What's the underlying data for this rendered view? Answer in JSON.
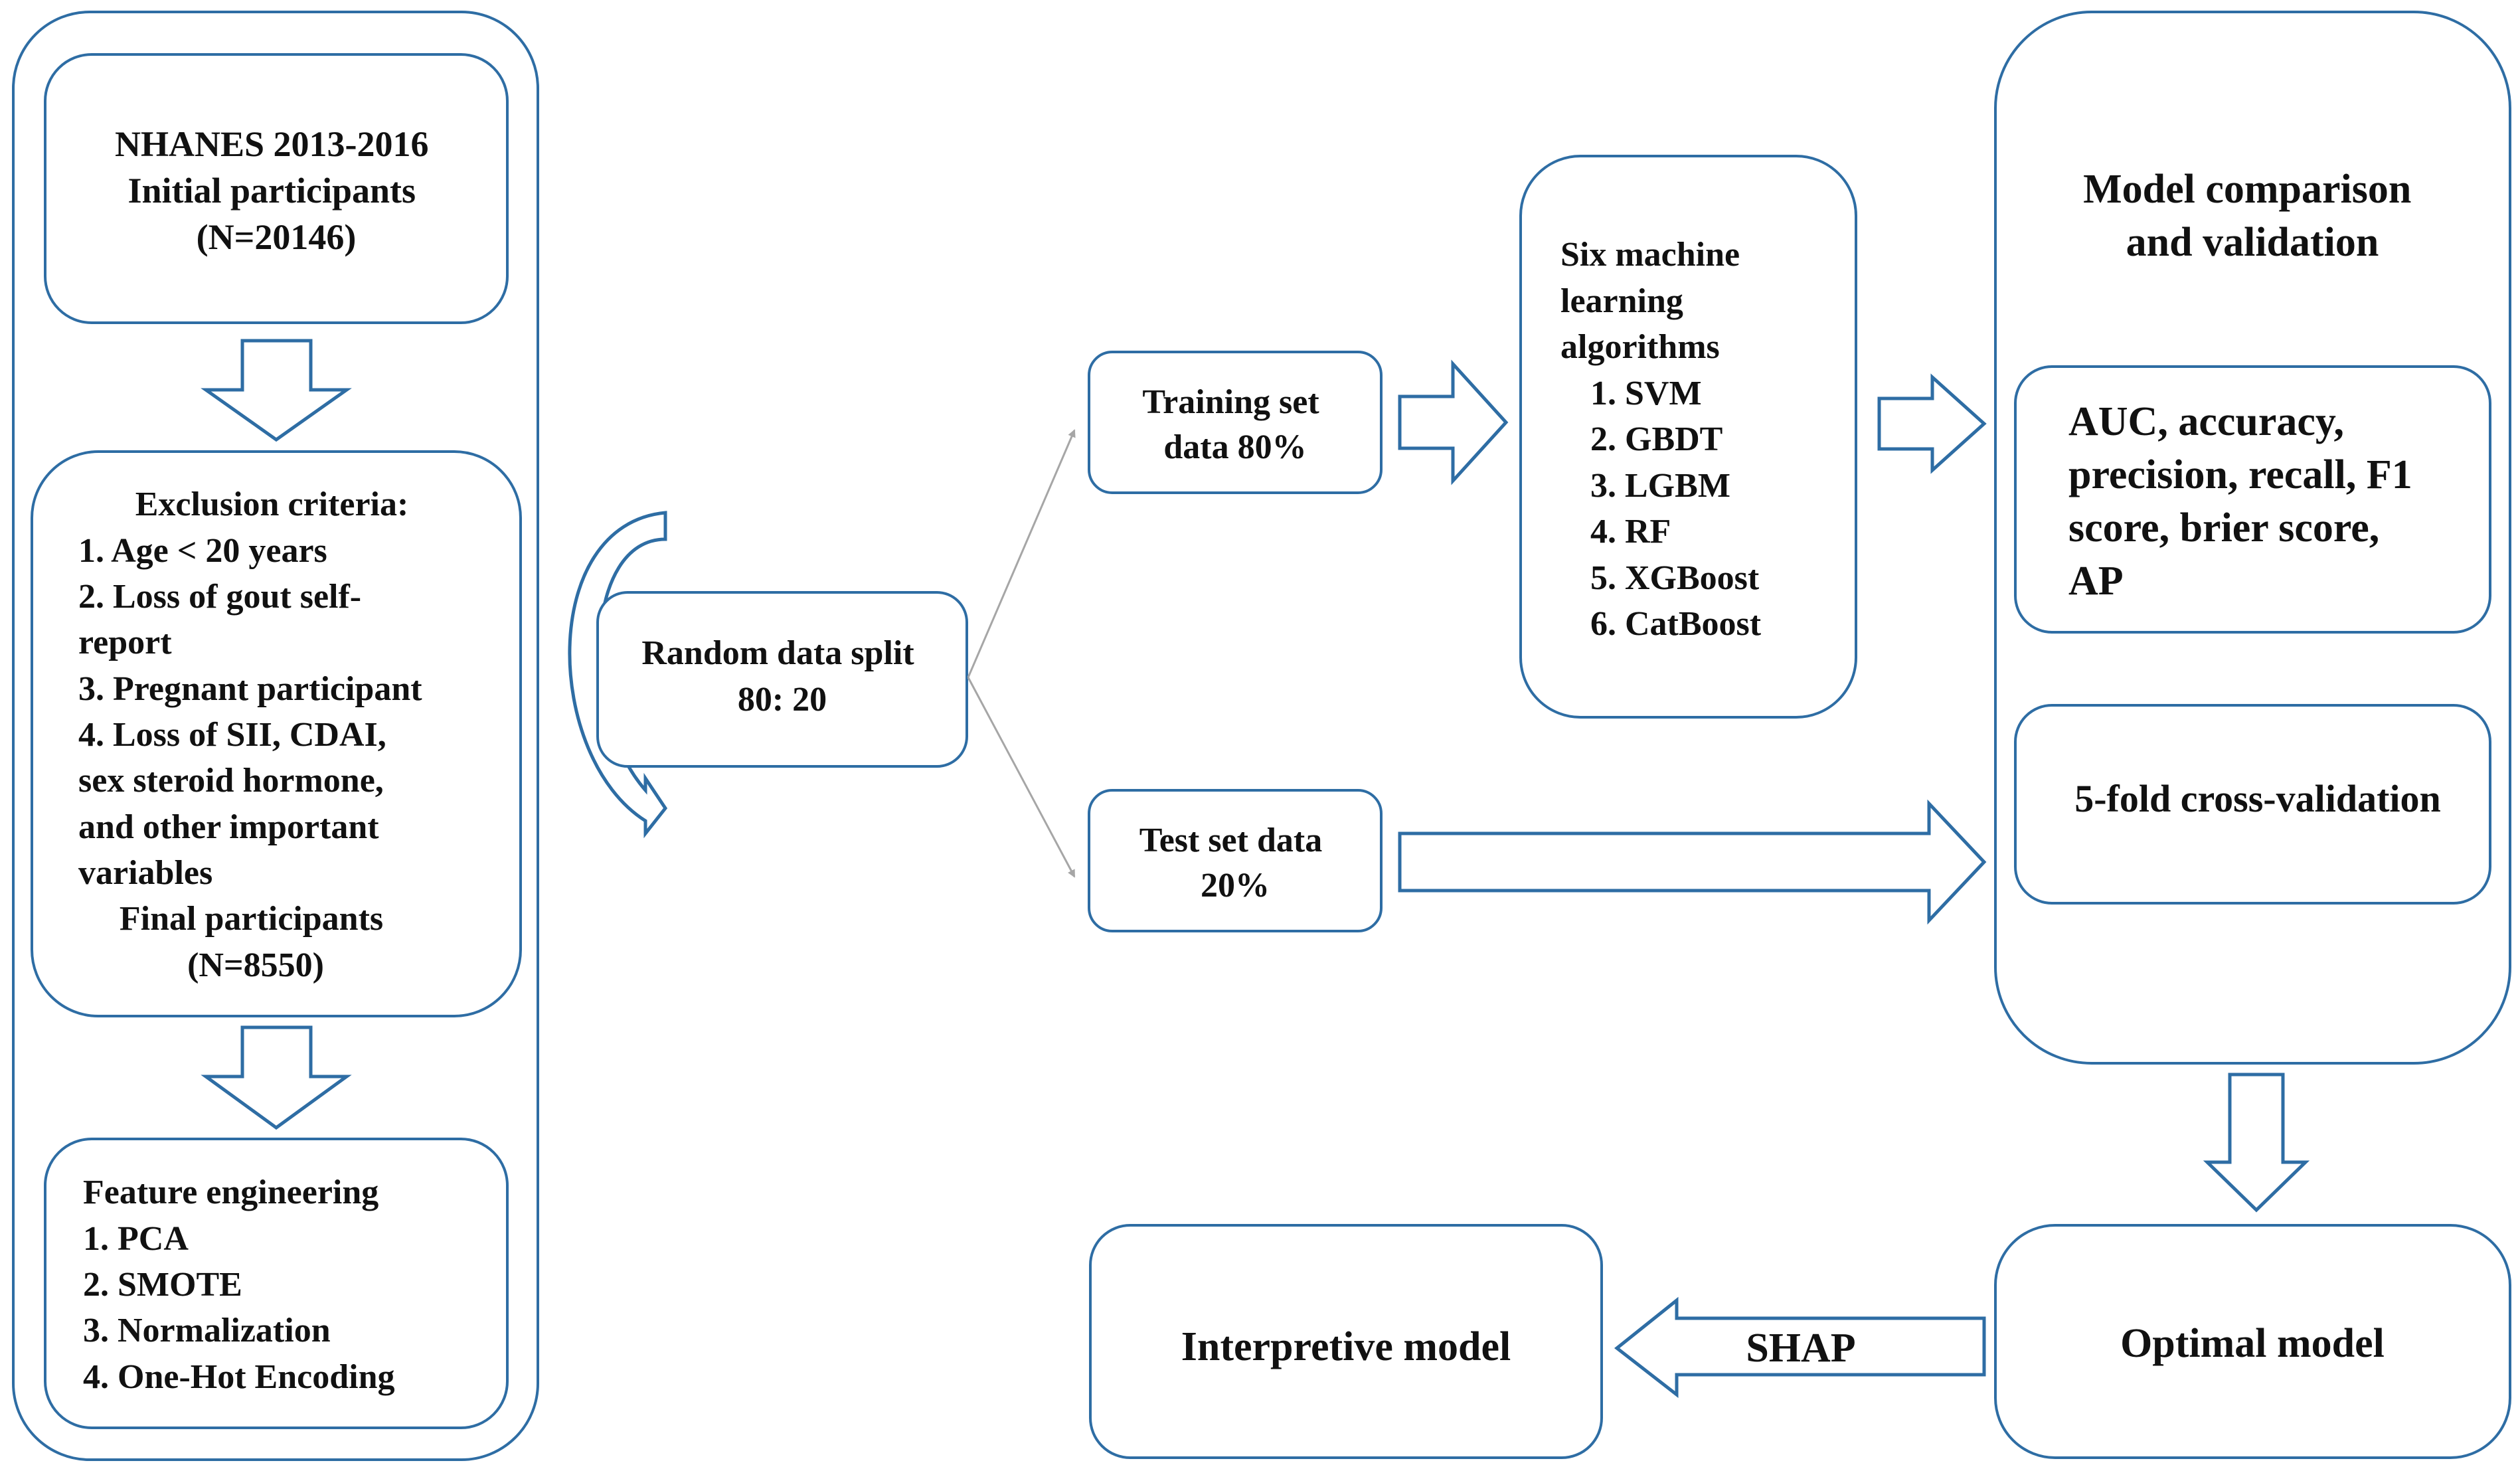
{
  "boxes": {
    "initial": {
      "lines": [
        "NHANES 2013-2016",
        "Initial participants",
        "(N=20146)"
      ]
    },
    "exclusion": {
      "lines": [
        "Exclusion criteria:",
        "1. Age < 20 years",
        "2. Loss of gout self-",
        "report",
        "3. Pregnant participant",
        "4. Loss of SII, CDAI,",
        "sex steroid hormone,",
        "and other important",
        "variables",
        "Final participants",
        "(N=8550)"
      ]
    },
    "feature": {
      "lines": [
        "Feature engineering",
        "1. PCA",
        "2. SMOTE",
        "3. Normalization",
        "4. One-Hot Encoding"
      ]
    },
    "split": {
      "lines": [
        "Random data split",
        "80: 20"
      ]
    },
    "training": {
      "lines": [
        "Training set",
        "data 80%"
      ]
    },
    "test": {
      "lines": [
        "Test set data",
        "20%"
      ]
    },
    "algorithms": {
      "lines": [
        "Six machine",
        "learning",
        "algorithms",
        "1. SVM",
        "2. GBDT",
        "3. LGBM",
        "4. RF",
        "5. XGBoost",
        "6. CatBoost"
      ]
    },
    "comparison": {
      "lines": [
        "Model comparison",
        "and validation"
      ]
    },
    "metrics": {
      "lines": [
        "AUC, accuracy,",
        "precision, recall, F1",
        "score, brier score,",
        "AP"
      ]
    },
    "crossval": {
      "lines": [
        "5-fold cross-validation"
      ]
    },
    "optimal": {
      "lines": [
        "Optimal model"
      ]
    },
    "interpretive": {
      "lines": [
        "Interpretive model"
      ]
    }
  },
  "arrows": {
    "shap_label": "SHAP"
  },
  "colors": {
    "outline": "#2e6da4",
    "connector": "#a6a6a6",
    "text": "#111111"
  }
}
